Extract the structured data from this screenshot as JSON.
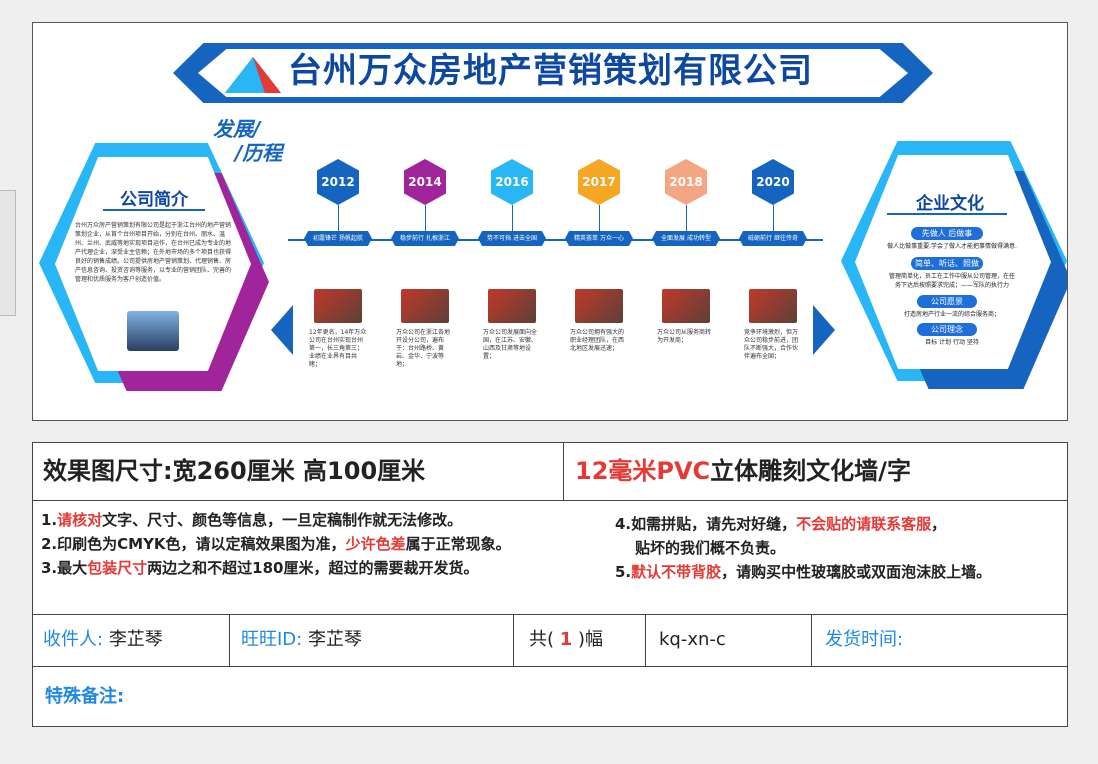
{
  "banner": {
    "company_name": "台州万众房地产营销策划有限公司"
  },
  "intro": {
    "title": "公司简介",
    "text": "台州万众房产营销策划有限公司是起于浙江台州的地产营销策划企业，从首个台州项目开始，分别在台州、丽水、温州、兰州、武威等地实现项目运作，在台州已成为专业的地产代理企业，深受业主信赖；在外地市场的多个项目也获得良好的销售成绩。公司提供房地产营销策划、代理销售、房产信息咨询、投资咨询等服务，以专业的营销团队、完善的管理和优质服务为客户创造价值。"
  },
  "development": {
    "title_line1": "发展/",
    "title_line2": "/历程",
    "years": [
      {
        "year": "2012",
        "tag": "初露锋芒 扬帆起航",
        "text": "12年更名，14年万众公司在台州实现台州第一，长三角第三；业绩在业界有目共睹；",
        "color": "#1565c0"
      },
      {
        "year": "2014",
        "tag": "稳步前行 扎根浙江",
        "text": "万众公司在浙江各地开设分公司，遍布于：台州路桥、黄岩、金华、宁波等地；",
        "color": "#a0249a"
      },
      {
        "year": "2016",
        "tag": "势不可挡 进击全国",
        "text": "万众公司发展面向全国，在江苏、安徽、山西及甘肃等地设置；",
        "color": "#29b6f6"
      },
      {
        "year": "2017",
        "tag": "精英荟萃 万众一心",
        "text": "万众公司拥有强大的职业经理团队，在西北地区发展迅速；",
        "color": "#f5a623"
      },
      {
        "year": "2018",
        "tag": "全面发展 成功转型",
        "text": "万众公司从服务商转为开发商；",
        "color": "#f4a582"
      },
      {
        "year": "2020",
        "tag": "砥砺前行 继往传奇",
        "text": "竞争环境激烈，但万众公司稳步前进，团队不断强大，合作伙伴遍布全国；",
        "color": "#1565c0"
      }
    ]
  },
  "culture": {
    "title": "企业文化",
    "sections": [
      {
        "label": "先做人 后做事",
        "lines": [
          "做人比做事重要,学会了做人才能把事情做得满意."
        ]
      },
      {
        "label": "简单、听话、照做",
        "lines": [
          "管理简单化，员工在工作中服从公司管理，在任",
          "务下达后按照要求完成；——军队的执行力"
        ]
      },
      {
        "label": "公司愿景",
        "lines": [
          "打造房地产行业一流的综合服务商；"
        ]
      },
      {
        "label": "公司理念",
        "lines": [
          "目标 计划 行动 坚持"
        ]
      }
    ]
  },
  "spec": {
    "size_label": "效果图尺寸:",
    "size_value": "宽260厘米  高100厘米",
    "material": "12毫米PVC立体雕刻文化墙/字",
    "notes": {
      "n1_pre": "1.",
      "n1_red": "请核对",
      "n1_post": "文字、尺寸、颜色等信息，一旦定稿制作就无法修改。",
      "n2_pre": "2.印刷色为CMYK色，请以定稿效果图为准，",
      "n2_red": "少许色差",
      "n2_post": "属于正常现象。",
      "n3_pre": "3.最大",
      "n3_red": "包装尺寸",
      "n3_post": "两边之和不超过180厘米，超过的需要裁开发货。",
      "n4_pre": "4.如需拼贴，请先对好缝，",
      "n4_red": "不会贴的请联系客服",
      "n4_post": "，",
      "n4_line2": "贴坏的我们概不负责。",
      "n5_pre": "5.",
      "n5_red": "默认不带背胶",
      "n5_post": "，请购买中性玻璃胶或双面泡沫胶上墙。"
    },
    "recipient_label": "收件人:",
    "recipient_name": "李芷琴",
    "wangwang_label": "旺旺ID:",
    "wangwang_name": "李芷琴",
    "count_pre": "共(",
    "count_value": "1",
    "count_post": ")幅",
    "code": "kq-xn-c",
    "ship_label": "发货时间:",
    "remarks_label": "特殊备注:"
  },
  "colors": {
    "primary_blue": "#1565c0",
    "cyan": "#29b6f6",
    "magenta": "#a0249a",
    "red_text": "#e53935",
    "label_blue": "#1e88e5"
  }
}
